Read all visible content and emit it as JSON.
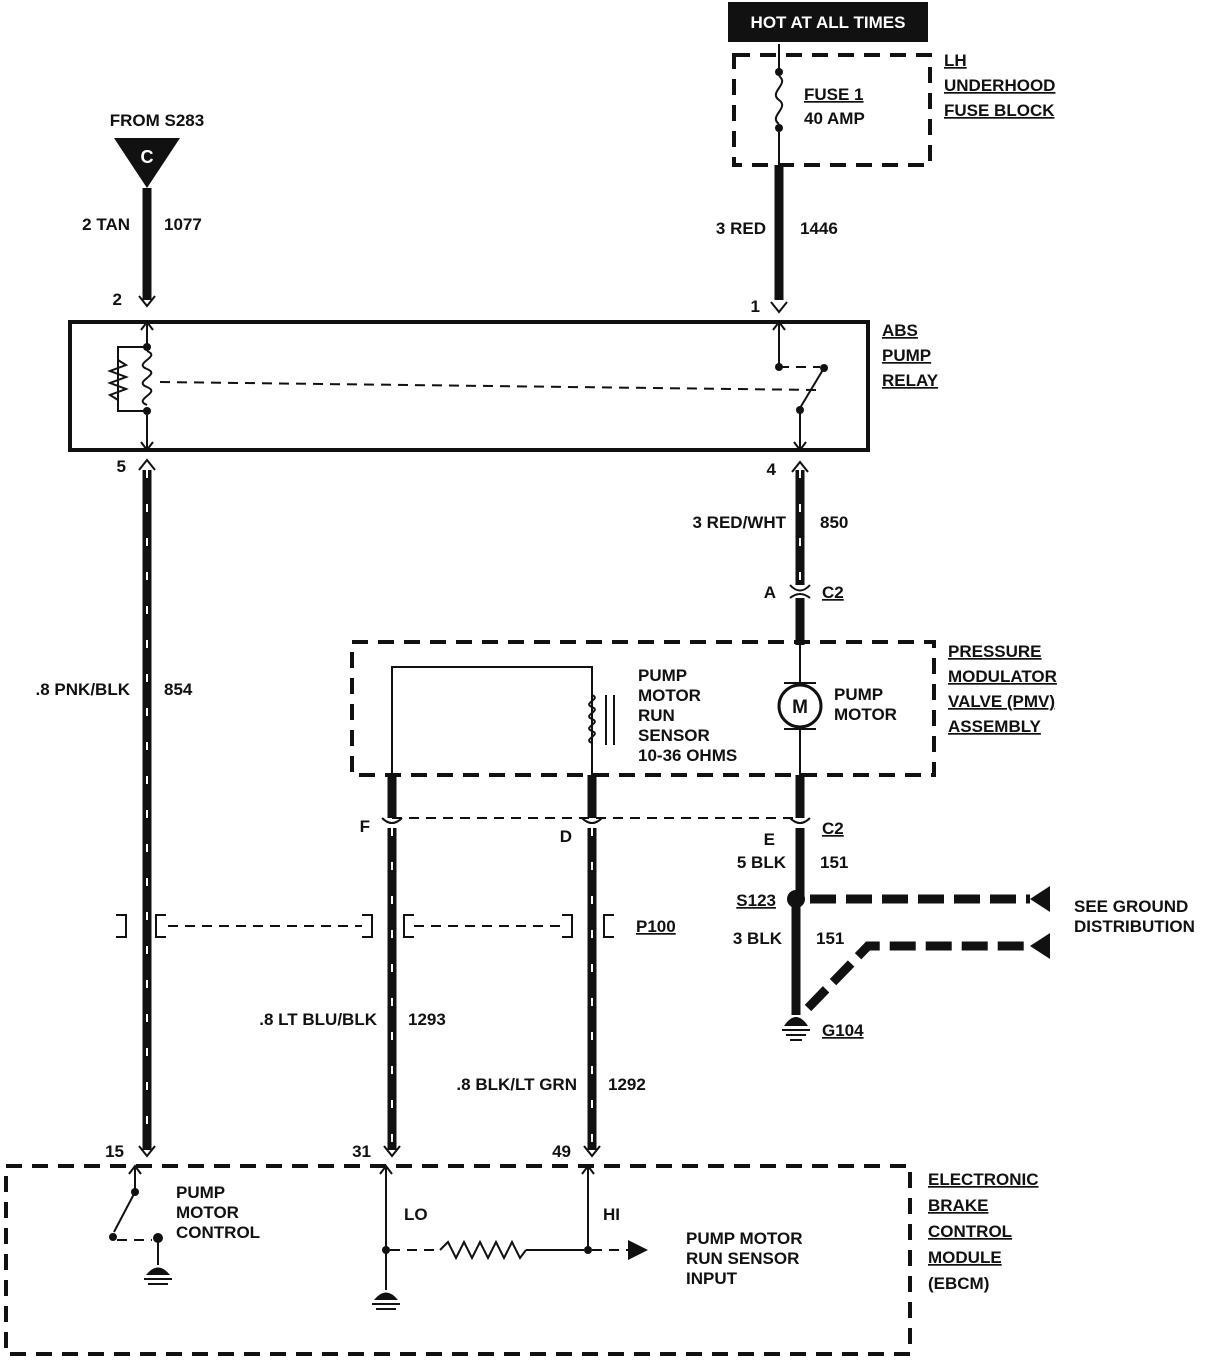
{
  "header": {
    "hot_label": "HOT AT ALL TIMES"
  },
  "fuse_block": {
    "title_lines": [
      "LH",
      "UNDERHOOD",
      "FUSE BLOCK"
    ],
    "fuse_name": "FUSE 1",
    "fuse_rating": "40 AMP"
  },
  "source": {
    "label": "FROM S283",
    "connector_letter": "C"
  },
  "wires": {
    "tan": {
      "gauge_color": "2 TAN",
      "circuit": "1077"
    },
    "red": {
      "gauge_color": "3 RED",
      "circuit": "1446"
    },
    "red_wht": {
      "gauge_color": "3 RED/WHT",
      "circuit": "850"
    },
    "pnk_blk": {
      "gauge_color": ".8 PNK/BLK",
      "circuit": "854"
    },
    "blu_blk": {
      "gauge_color": ".8 LT BLU/BLK",
      "circuit": "1293"
    },
    "blk_grn": {
      "gauge_color": ".8 BLK/LT GRN",
      "circuit": "1292"
    },
    "blk5": {
      "gauge_color": "5 BLK",
      "circuit": "151"
    },
    "blk3": {
      "gauge_color": "3 BLK",
      "circuit": "151"
    }
  },
  "relay": {
    "title_lines": [
      "ABS",
      "PUMP",
      "RELAY"
    ],
    "pins": {
      "p1": "1",
      "p2": "2",
      "p4": "4",
      "p5": "5"
    }
  },
  "connectors": {
    "c2_top": {
      "pin": "A",
      "name": "C2"
    },
    "c2_bottom": {
      "pin": "E",
      "name": "C2"
    },
    "pin_f": "F",
    "pin_d": "D",
    "p100": "P100"
  },
  "pmv": {
    "title_lines": [
      "PRESSURE",
      "MODULATOR",
      "VALVE (PMV)",
      "ASSEMBLY"
    ],
    "sensor_lines": [
      "PUMP",
      "MOTOR",
      "RUN",
      "SENSOR",
      "10-36 OHMS"
    ],
    "motor_lines": [
      "PUMP",
      "MOTOR"
    ],
    "motor_symbol": "M"
  },
  "ground": {
    "splice": "S123",
    "ground_name": "G104",
    "see_lines": [
      "SEE GROUND",
      "DISTRIBUTION"
    ]
  },
  "ebcm": {
    "title_lines": [
      "ELECTRONIC",
      "BRAKE",
      "CONTROL",
      "MODULE",
      "(EBCM)"
    ],
    "pins": {
      "p15": "15",
      "p31": "31",
      "p49": "49"
    },
    "pump_control_lines": [
      "PUMP",
      "MOTOR",
      "CONTROL"
    ],
    "lo": "LO",
    "hi": "HI",
    "sensor_input_lines": [
      "PUMP MOTOR",
      "RUN SENSOR",
      "INPUT"
    ]
  }
}
